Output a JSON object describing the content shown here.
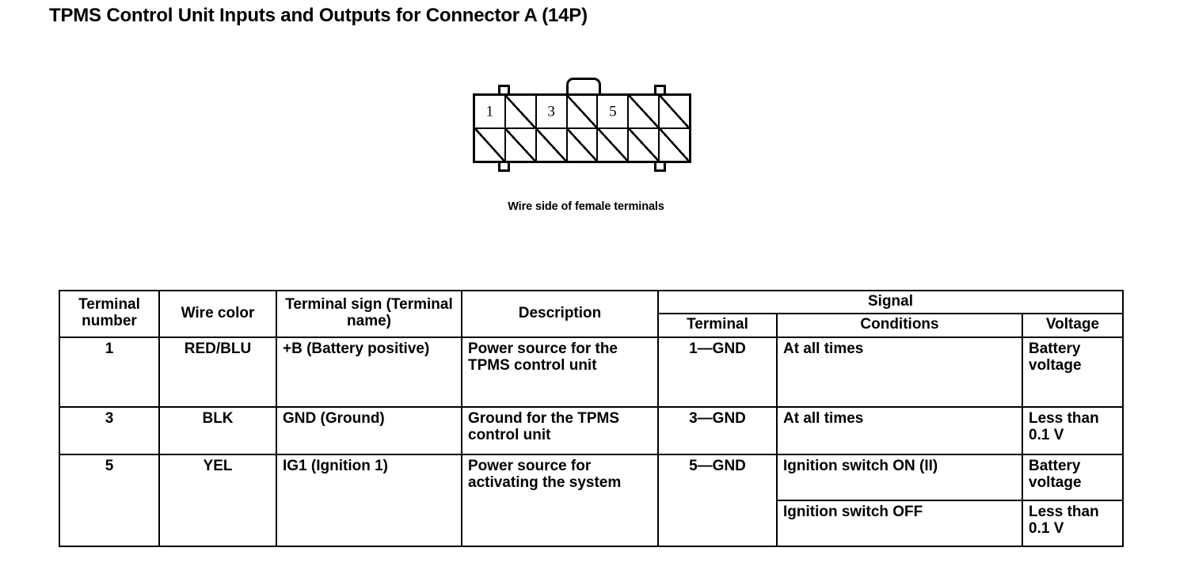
{
  "title": "TPMS Control Unit Inputs and Outputs for Connector A (14P)",
  "connector": {
    "caption": "Wire side of female terminals",
    "pin_count": 14,
    "columns": 7,
    "rows": 2,
    "top_row_cells": [
      {
        "label": "1",
        "slashed": false
      },
      {
        "label": "",
        "slashed": true
      },
      {
        "label": "3",
        "slashed": false
      },
      {
        "label": "",
        "slashed": true
      },
      {
        "label": "5",
        "slashed": false
      },
      {
        "label": "",
        "slashed": true
      },
      {
        "label": "",
        "slashed": true
      }
    ],
    "bottom_row_cells": [
      {
        "label": "",
        "slashed": true
      },
      {
        "label": "",
        "slashed": true
      },
      {
        "label": "",
        "slashed": true
      },
      {
        "label": "",
        "slashed": true
      },
      {
        "label": "",
        "slashed": true
      },
      {
        "label": "",
        "slashed": true
      },
      {
        "label": "",
        "slashed": true
      }
    ]
  },
  "table": {
    "headers": {
      "terminal_number": "Terminal number",
      "wire_color": "Wire color",
      "terminal_sign": "Terminal sign (Terminal name)",
      "description": "Description",
      "signal": "Signal",
      "signal_terminal": "Terminal",
      "signal_conditions": "Conditions",
      "signal_voltage": "Voltage"
    },
    "rows": [
      {
        "terminal_number": "1",
        "wire_color": "RED/BLU",
        "terminal_sign": "+B (Battery positive)",
        "description": "Power source for the TPMS control unit",
        "signal_terminal": "1—GND",
        "signals": [
          {
            "conditions": "At all times",
            "voltage": "Battery voltage"
          }
        ]
      },
      {
        "terminal_number": "3",
        "wire_color": "BLK",
        "terminal_sign": "GND (Ground)",
        "description": "Ground for the TPMS control unit",
        "signal_terminal": "3—GND",
        "signals": [
          {
            "conditions": "At all times",
            "voltage": "Less than 0.1 V"
          }
        ]
      },
      {
        "terminal_number": "5",
        "wire_color": "YEL",
        "terminal_sign": "IG1 (Ignition 1)",
        "description": "Power source for activating the system",
        "signal_terminal": "5—GND",
        "signals": [
          {
            "conditions": "Ignition switch ON (II)",
            "voltage": "Battery voltage"
          },
          {
            "conditions": "Ignition switch OFF",
            "voltage": "Less than 0.1 V"
          }
        ]
      }
    ]
  }
}
